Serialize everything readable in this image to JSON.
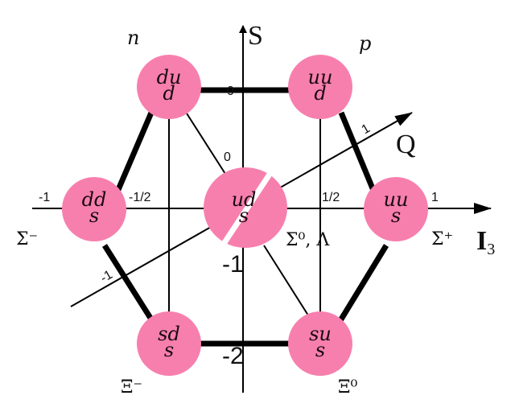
{
  "colors": {
    "particle": "#f77fae",
    "line": "#000000"
  },
  "axes": {
    "S": "S",
    "Q": "Q",
    "I3": "I",
    "I3_sub": "3"
  },
  "ticks": {
    "s_zero_top": "0",
    "s_minus_one": "-1",
    "s_minus_two": "-2",
    "q_zero": "0",
    "q_one": "1",
    "q_minus_one": "-1",
    "i_minus_one": "-1",
    "i_minus_half": "-1/2",
    "i_half": "1/2",
    "i_one": "1"
  },
  "particles": [
    {
      "name": "n",
      "top": "du",
      "bottom": "d"
    },
    {
      "name": "p",
      "top": "uu",
      "bottom": "d"
    },
    {
      "name": "Σ⁻",
      "top": "dd",
      "bottom": "s"
    },
    {
      "name": "Σ⁰, Λ",
      "top": "ud",
      "bottom": "s"
    },
    {
      "name": "Σ⁺",
      "top": "uu",
      "bottom": "s"
    },
    {
      "name": "Ξ⁻",
      "top": "sd",
      "bottom": "s"
    },
    {
      "name": "Ξ⁰",
      "top": "su",
      "bottom": "s"
    }
  ]
}
